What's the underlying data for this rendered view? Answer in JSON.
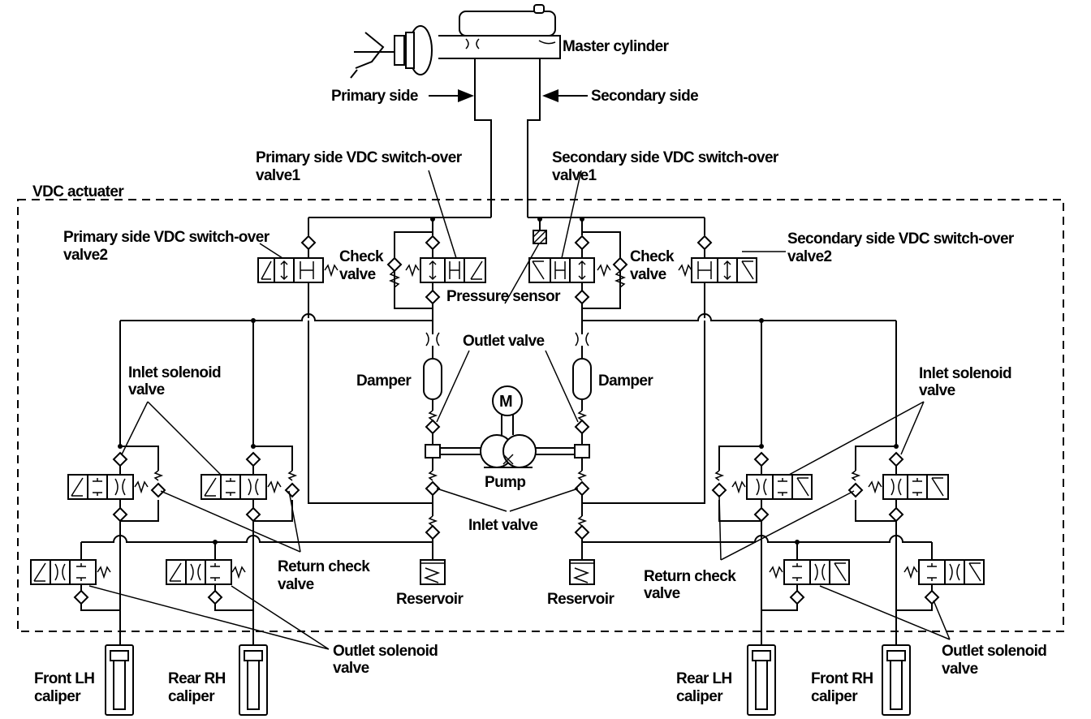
{
  "labels": {
    "master_cylinder": "Master cylinder",
    "primary_side": "Primary side",
    "secondary_side": "Secondary side",
    "vdc_actuator": "VDC actuater",
    "prim_sw1_l1": "Primary side VDC switch-over",
    "prim_sw1_l2": "valve1",
    "sec_sw1_l1": "Secondary side VDC switch-over",
    "sec_sw1_l2": "valve1",
    "prim_sw2_l1": "Primary side VDC switch-over",
    "prim_sw2_l2": "valve2",
    "sec_sw2_l1": "Secondary side VDC switch-over",
    "sec_sw2_l2": "valve2",
    "check_l1": "Check",
    "check_l2": "valve",
    "check_r1": "Check",
    "check_r2": "valve",
    "pressure_sensor": "Pressure sensor",
    "outlet_valve": "Outlet valve",
    "damper_l": "Damper",
    "damper_r": "Damper",
    "motor": "M",
    "pump": "Pump",
    "inlet_valve": "Inlet valve",
    "inlet_sol_l1": "Inlet solenoid",
    "inlet_sol_l2": "valve",
    "inlet_sol_r1": "Inlet solenoid",
    "inlet_sol_r2": "valve",
    "return_check_l1": "Return check",
    "return_check_l2": "valve",
    "return_check_r1": "Return check",
    "return_check_r2": "valve",
    "reservoir_l": "Reservoir",
    "reservoir_r": "Reservoir",
    "outlet_sol_l1": "Outlet solenoid",
    "outlet_sol_l2": "valve",
    "outlet_sol_r1": "Outlet solenoid",
    "outlet_sol_r2": "valve",
    "front_lh_1": "Front LH",
    "front_lh_2": "caliper",
    "rear_rh_1": "Rear RH",
    "rear_rh_2": "caliper",
    "rear_lh_1": "Rear LH",
    "rear_lh_2": "caliper",
    "front_rh_1": "Front RH",
    "front_rh_2": "caliper"
  },
  "colors": {
    "line": "#000000",
    "background": "#ffffff"
  }
}
